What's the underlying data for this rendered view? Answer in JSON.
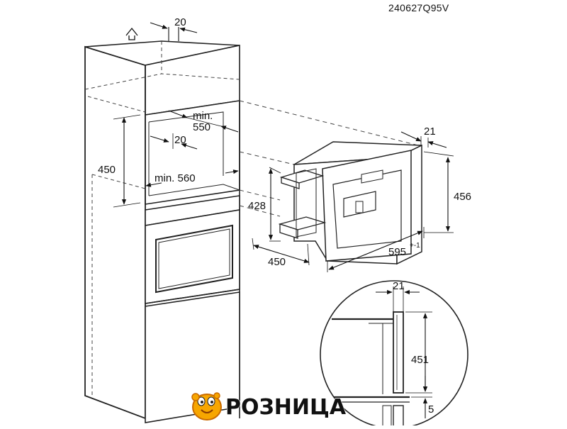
{
  "drawing": {
    "code": "240627Q95V",
    "labels": {
      "gap_top": "20",
      "niche_depth_min_1": "min.",
      "niche_depth_min_2": "550",
      "niche_gap_inner": "20",
      "niche_height": "450",
      "niche_width_min": "min. 560",
      "appliance_side": "21",
      "appliance_front_height": "456",
      "appliance_body_height": "428",
      "appliance_depth": "450",
      "appliance_width": "595",
      "appliance_width_tol": "+-1",
      "detail_thickness": "21",
      "detail_height": "451",
      "detail_gap": "5"
    }
  },
  "logo": {
    "text": "РОЗНИЦА",
    "colors": {
      "text": "#e31b3c",
      "outline": "#ffffff",
      "mascot": "#f7a600",
      "mascot_dark": "#c96a00"
    }
  },
  "colors": {
    "line": "#222222",
    "dash": "#444444"
  }
}
